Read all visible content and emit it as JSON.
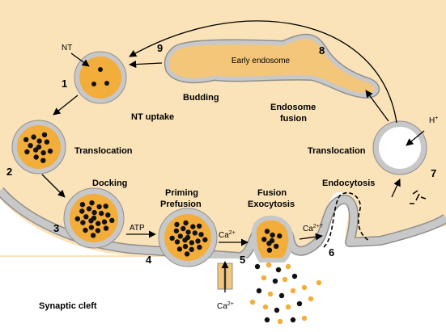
{
  "labels": {
    "nt": "NT",
    "early_endosome": "Early endosome",
    "budding": "Budding",
    "nt_uptake": "NT uptake",
    "endosome": "Endosome",
    "fusion": "fusion",
    "h_plus": "H",
    "h_plus_sup": "+",
    "translocation_left": "Translocation",
    "translocation_right": "Translocation",
    "docking": "Docking",
    "priming": "Priming",
    "prefusion": "Prefusion",
    "fusion_top": "Fusion",
    "exocytosis": "Exocytosis",
    "endocytosis": "Endocytosis",
    "atp": "ATP",
    "ca_2_plus": "Ca",
    "ca_sup": "2+",
    "ca_question": "Ca",
    "ca_question_sup": "2+?",
    "ca_channel": "Ca",
    "ca_channel_sup": "2+",
    "synaptic_cleft": "Synaptic cleft"
  },
  "steps": [
    "1",
    "2",
    "3",
    "4",
    "5",
    "6",
    "7",
    "8",
    "9"
  ],
  "colors": {
    "cytoplasm": "#fbe3b9",
    "lumen": "#f3ad3a",
    "membrane": "#c8c8c8",
    "channel": "#f3c679"
  }
}
